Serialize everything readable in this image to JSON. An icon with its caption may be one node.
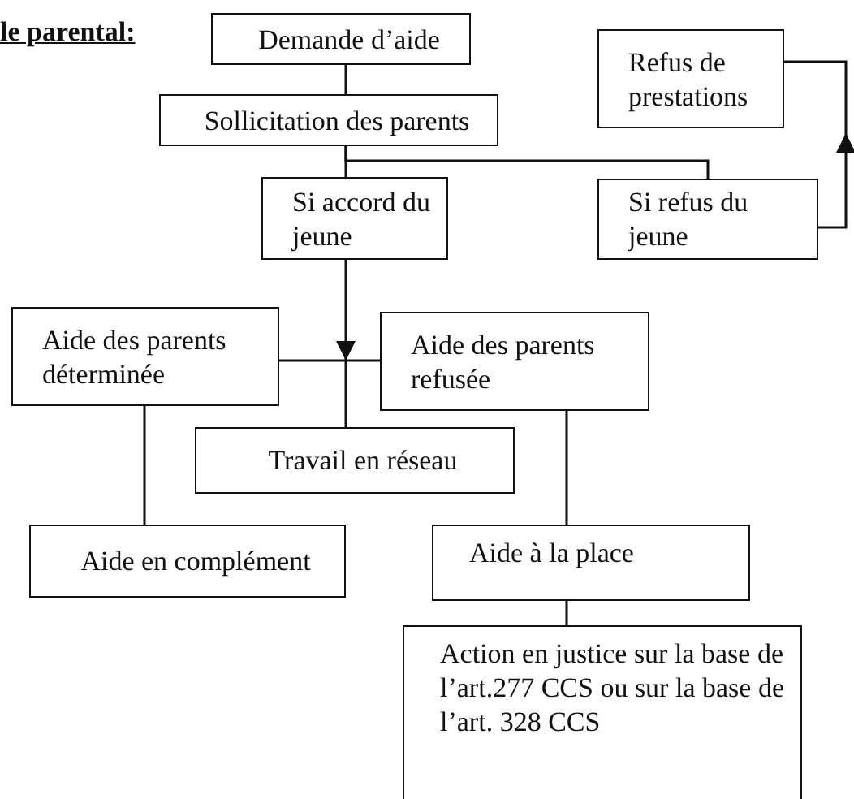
{
  "diagram": {
    "nodes": [
      {
        "text": [
          "Demande d’aide"
        ]
      },
      {
        "text": [
          "Sollicitation des parents"
        ]
      },
      {
        "text": [
          "Si accord du jeune"
        ]
      },
      {
        "text": [
          "Si refus du jeune"
        ]
      },
      {
        "text": [
          "Refus de prestations"
        ]
      },
      {
        "text": [
          "Aide des parents déterminée"
        ]
      },
      {
        "text": [
          "Aide des parents refusée"
        ]
      },
      {
        "text": [
          "Travail en réseau"
        ]
      },
      {
        "text": [
          "Aide en complément"
        ]
      },
      {
        "text": [
          "Aide à la place"
        ]
      },
      {
        "text": [
          "Action en justice sur la base de l’art.277 CCS ou sur la base de l’art. 328 CCS"
        ]
      }
    ],
    "edges": [
      {
        "from": 0,
        "to": 1,
        "arrow": "none"
      },
      {
        "from": 1,
        "to": 2,
        "arrow": "none"
      },
      {
        "from": 1,
        "to": 3,
        "arrow": "none"
      },
      {
        "from": 2,
        "to": 7,
        "arrow": "to"
      },
      {
        "from": 5,
        "to": 6,
        "arrow": "none"
      },
      {
        "from": 3,
        "to": 4,
        "arrow": "to"
      },
      {
        "from": 5,
        "to": 8,
        "arrow": "none"
      },
      {
        "from": 6,
        "to": 9,
        "arrow": "none"
      },
      {
        "from": 9,
        "to": 10,
        "arrow": "none"
      }
    ],
    "labels": [
      "le parental:"
    ]
  }
}
